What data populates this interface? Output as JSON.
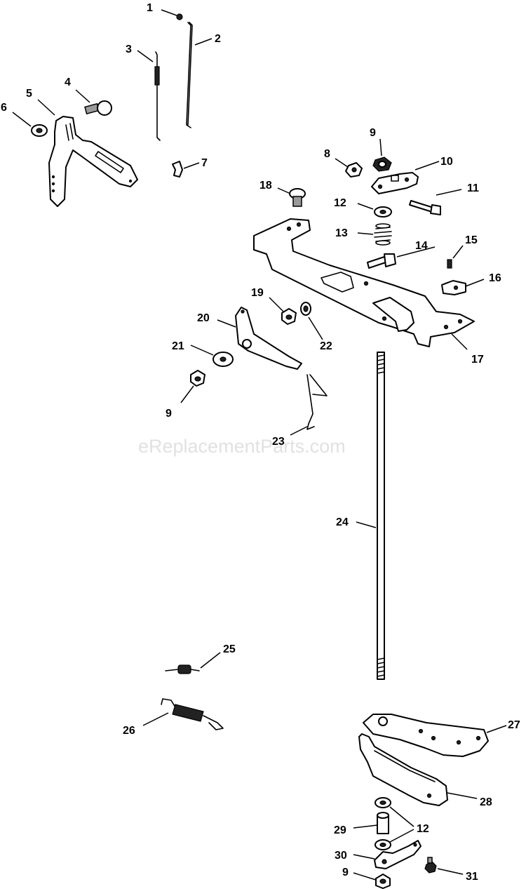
{
  "watermark": "eReplacementParts.com",
  "callouts": {
    "c1": "1",
    "c2": "2",
    "c3": "3",
    "c4": "4",
    "c5": "5",
    "c6": "6",
    "c7": "7",
    "c8": "8",
    "c9a": "9",
    "c10": "10",
    "c11": "11",
    "c12a": "12",
    "c13": "13",
    "c14": "14",
    "c15": "15",
    "c16": "16",
    "c17": "17",
    "c18": "18",
    "c19": "19",
    "c20": "20",
    "c21": "21",
    "c22": "22",
    "c9b": "9",
    "c23": "23",
    "c24": "24",
    "c25": "25",
    "c26": "26",
    "c27": "27",
    "c28": "28",
    "c29": "29",
    "c12b": "12",
    "c30": "30",
    "c9c": "9",
    "c31": "31"
  }
}
